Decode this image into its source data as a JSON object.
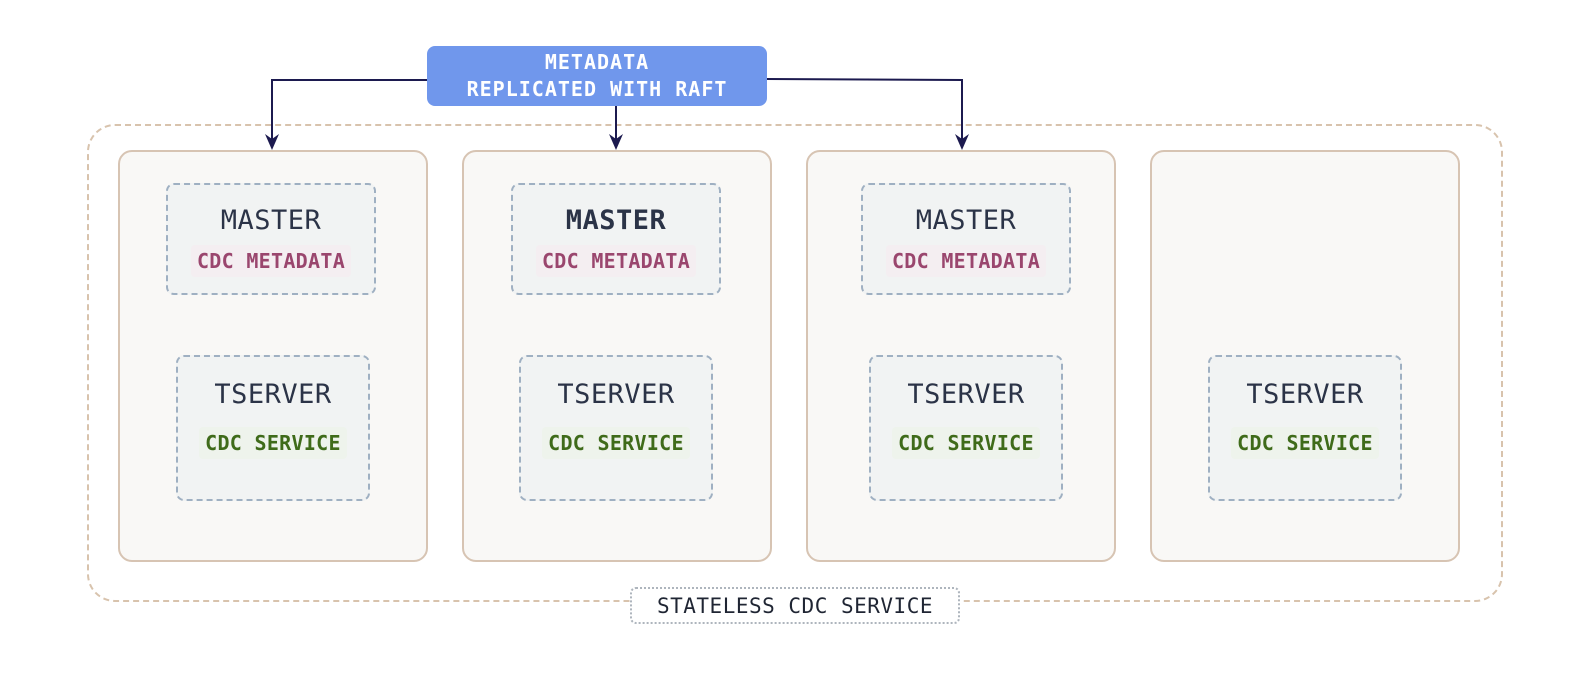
{
  "banner": {
    "line1": "METADATA",
    "line2": "REPLICATED WITH RAFT"
  },
  "cluster": {
    "label": "STATELESS CDC SERVICE"
  },
  "nodes": [
    {
      "master": {
        "title": "MASTER",
        "metadata": "CDC METADATA"
      },
      "tserver": {
        "title": "TSERVER",
        "service": "CDC SERVICE"
      }
    },
    {
      "master": {
        "title": "MASTER",
        "metadata": "CDC METADATA"
      },
      "tserver": {
        "title": "TSERVER",
        "service": "CDC SERVICE"
      }
    },
    {
      "master": {
        "title": "MASTER",
        "metadata": "CDC METADATA"
      },
      "tserver": {
        "title": "TSERVER",
        "service": "CDC SERVICE"
      }
    },
    {
      "tserver": {
        "title": "TSERVER",
        "service": "CDC SERVICE"
      }
    }
  ],
  "colors": {
    "banner": "#7097ec",
    "arrow": "#1c1a4f",
    "metadata_text": "#9a466e",
    "service_text": "#3f6b1a",
    "node_border": "#d7c4b3"
  }
}
